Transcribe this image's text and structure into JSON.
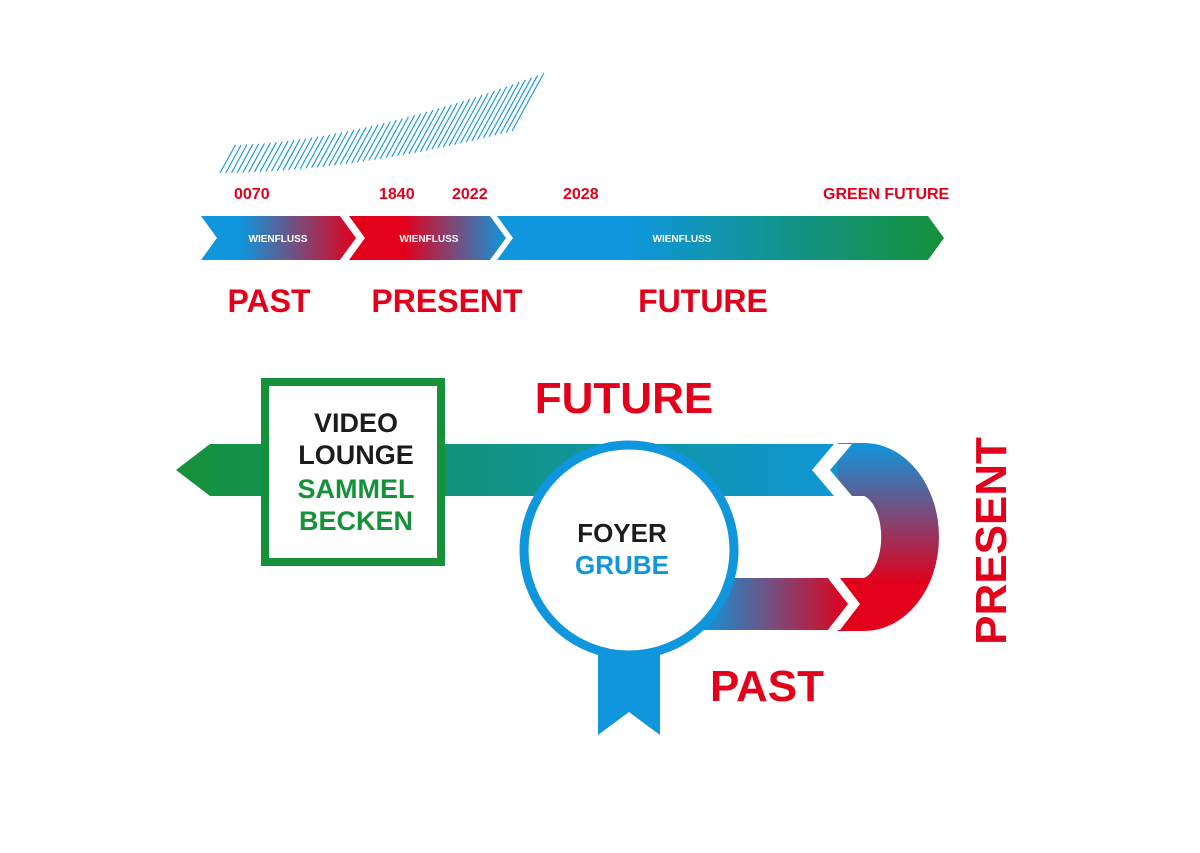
{
  "colors": {
    "red": "#e3001b",
    "blue": "#0f96dc",
    "green": "#15913a",
    "dark": "#1c1c1c",
    "white": "#ffffff"
  },
  "timeline": {
    "years": [
      "0070",
      "1840",
      "2022",
      "2028",
      "GREEN FUTURE"
    ],
    "band_labels": [
      "WIENFLUSS",
      "WIENFLUSS",
      "WIENFLUSS"
    ],
    "phases": [
      "PAST",
      "PRESENT",
      "FUTURE"
    ]
  },
  "flow": {
    "future_label": "FUTURE",
    "present_label": "PRESENT",
    "past_label": "PAST",
    "box_lines": [
      "VIDEO",
      "LOUNGE",
      "SAMMEL",
      "BECKEN"
    ],
    "circle_lines": [
      "FOYER",
      "GRUBE"
    ]
  }
}
